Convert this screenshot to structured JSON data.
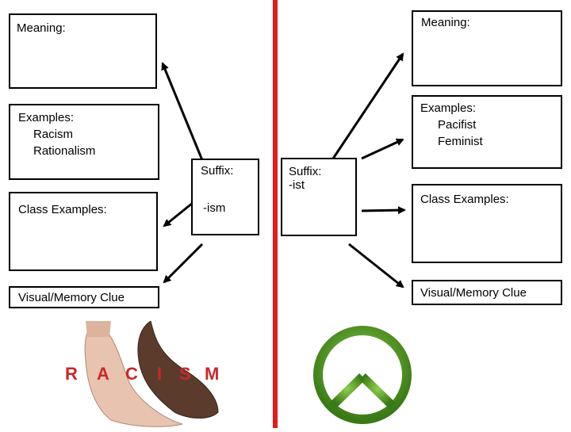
{
  "left": {
    "meaning_label": "Meaning:",
    "examples_label": "Examples:",
    "examples": [
      "Racism",
      "Rationalism"
    ],
    "suffix_label": "Suffix:",
    "suffix_value": "-ism",
    "class_examples_label": "Class Examples:",
    "visual_clue_label": "Visual/Memory Clue",
    "visual_image": {
      "letters": [
        "R",
        "A",
        "C",
        "I",
        "S",
        "M"
      ]
    }
  },
  "right": {
    "meaning_label": "Meaning:",
    "examples_label": "Examples:",
    "examples": [
      "Pacifist",
      "Feminist"
    ],
    "suffix_label": "Suffix:",
    "suffix_value": "-ist",
    "class_examples_label": "Class Examples:",
    "visual_clue_label": "Visual/Memory Clue",
    "visual_image": "peace-symbol"
  },
  "colors": {
    "divider": "#e41b1b",
    "arrow": "#000000",
    "peace_green": "#4c8f22",
    "racism_red": "#c9282a"
  }
}
